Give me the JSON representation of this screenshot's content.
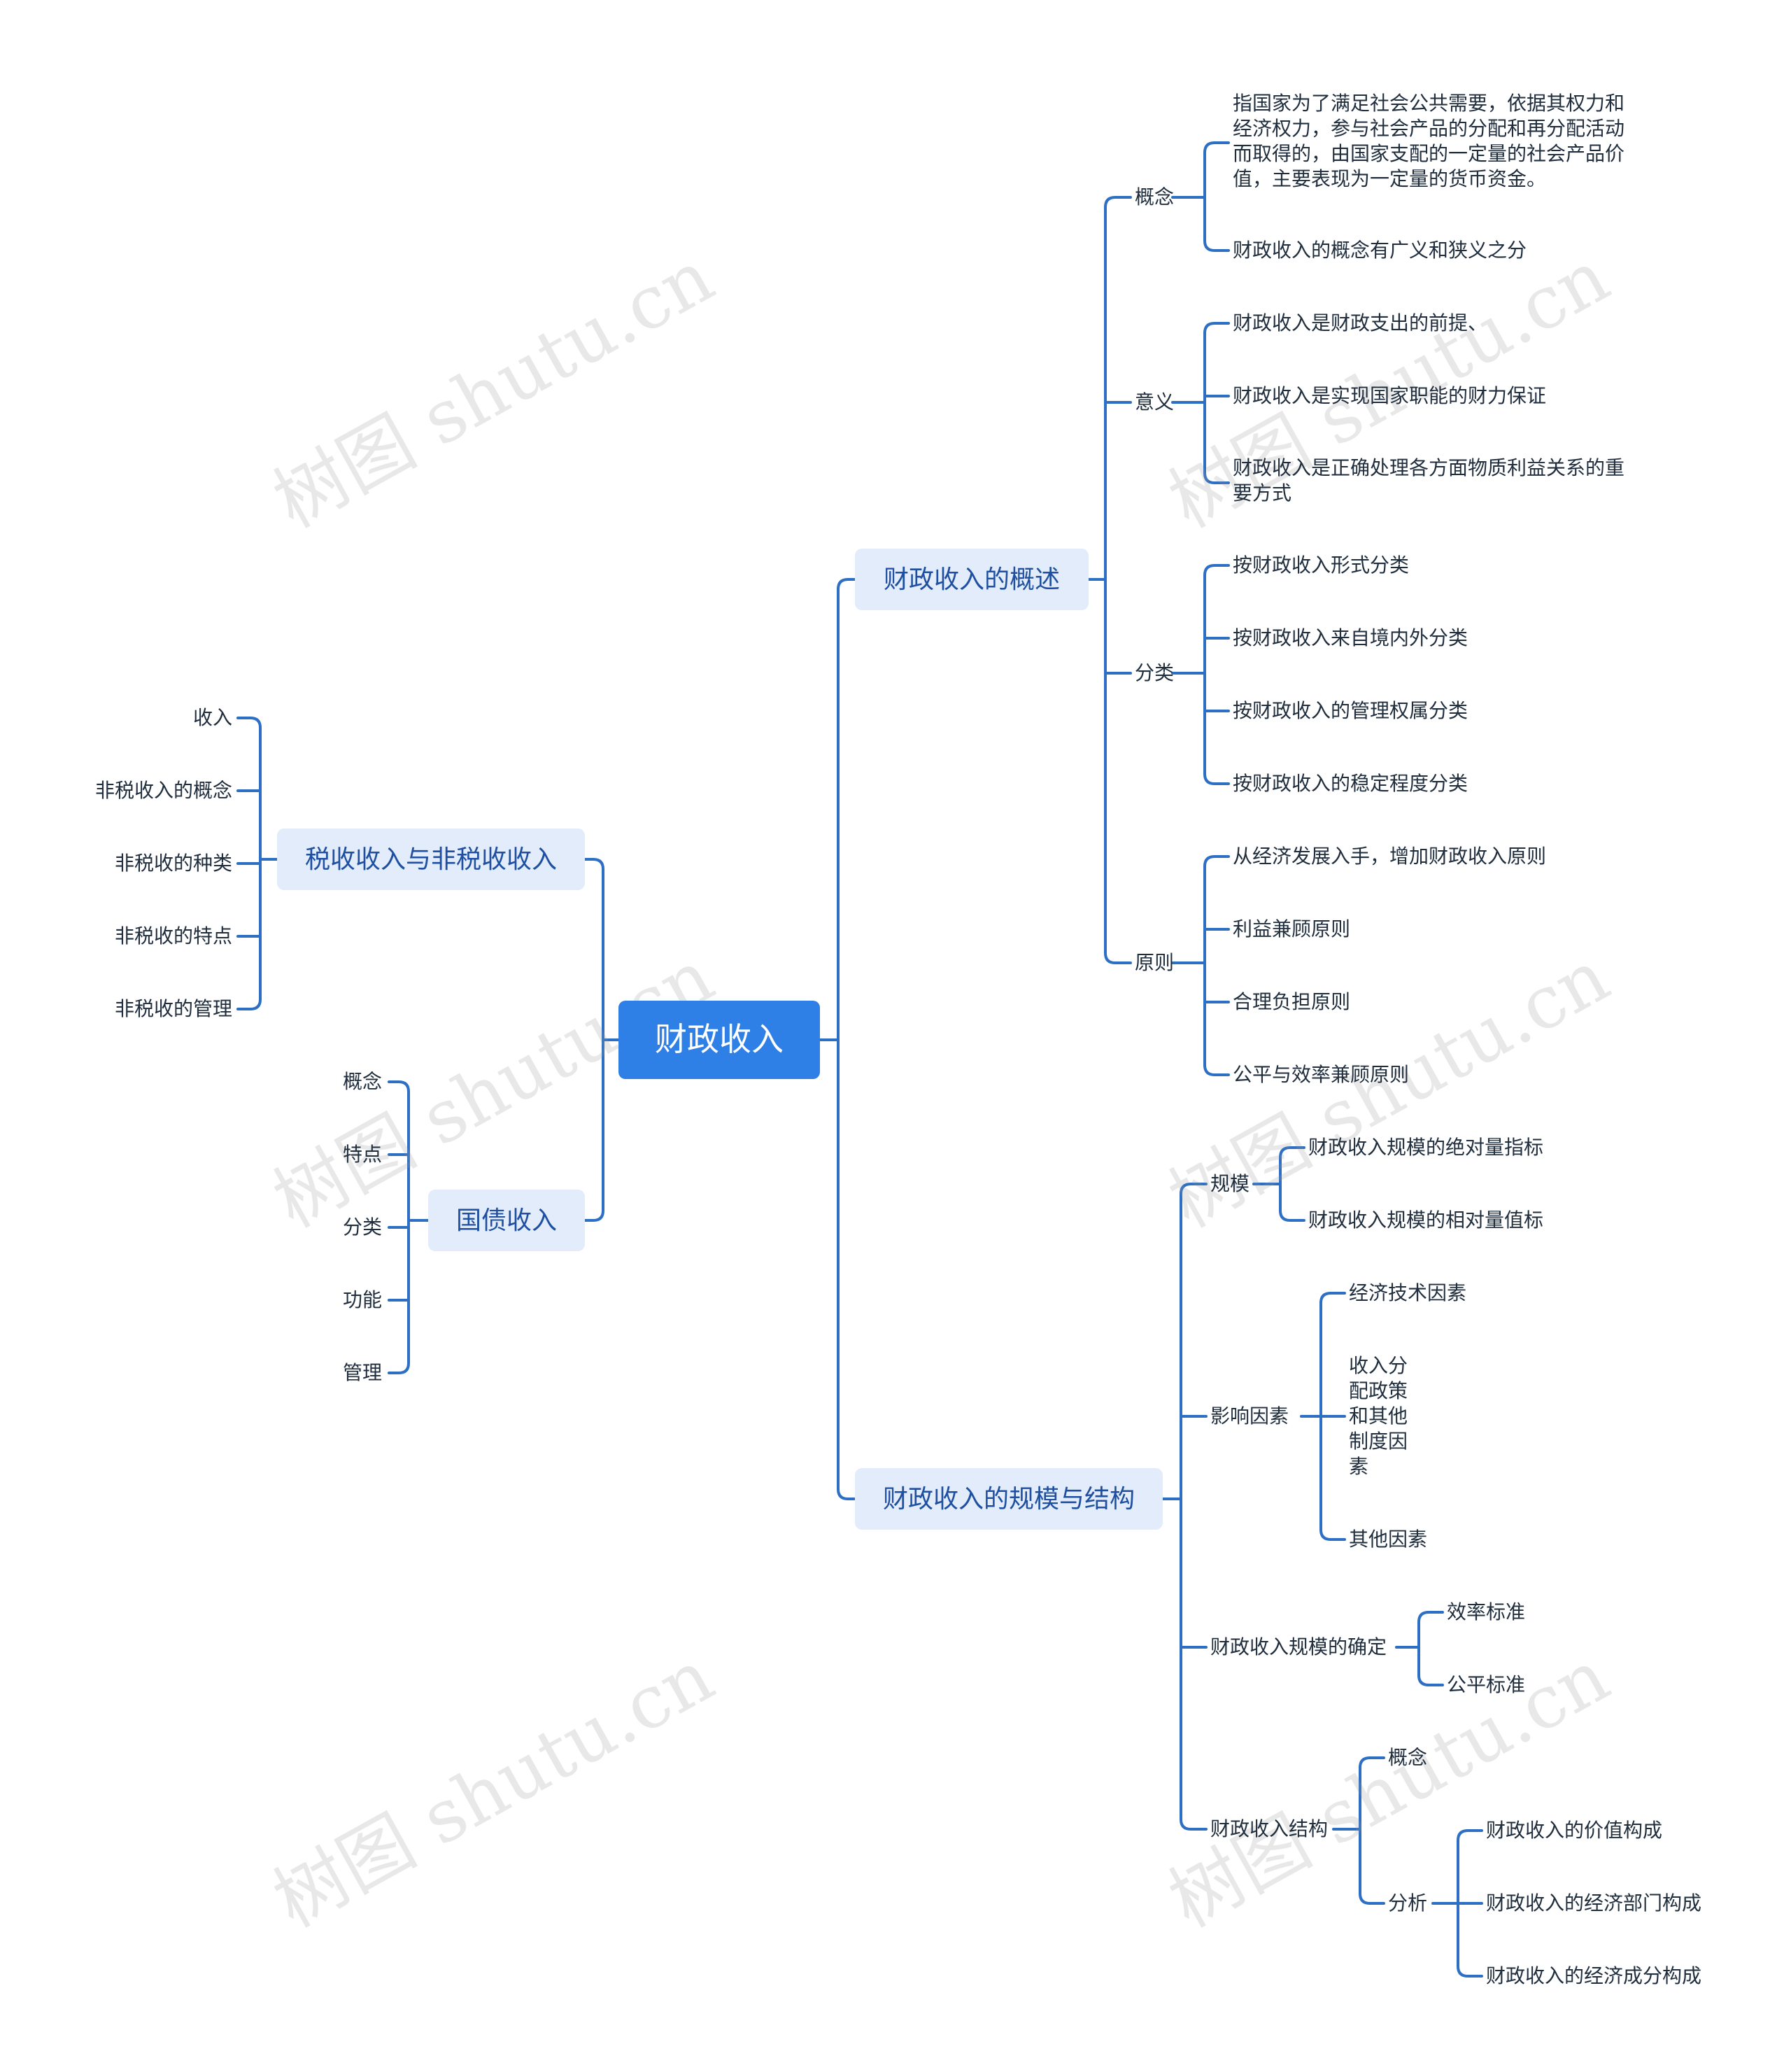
{
  "root": "财政收入",
  "right": [
    {
      "label": "财政收入的概述",
      "children": [
        {
          "label": "概念",
          "children": [
            {
              "label": "指国家为了满足社会公共需要，依据其权力和经济权力，参与社会产品的分配和再分配活动而取得的，由国家支配的一定量的社会产品价值，主要表现为一定量的货币资金。"
            },
            {
              "label": "财政收入的概念有广义和狭义之分"
            }
          ]
        },
        {
          "label": "意义",
          "children": [
            {
              "label": "财政收入是财政支出的前提、"
            },
            {
              "label": "财政收入是实现国家职能的财力保证"
            },
            {
              "label": "财政收入是正确处理各方面物质利益关系的重要方式"
            }
          ]
        },
        {
          "label": "分类",
          "children": [
            {
              "label": "按财政收入形式分类"
            },
            {
              "label": "按财政收入来自境内外分类"
            },
            {
              "label": "按财政收入的管理权属分类"
            },
            {
              "label": "按财政收入的稳定程度分类"
            }
          ]
        },
        {
          "label": "原则",
          "children": [
            {
              "label": "从经济发展入手，增加财政收入原则"
            },
            {
              "label": "利益兼顾原则"
            },
            {
              "label": "合理负担原则"
            },
            {
              "label": "公平与效率兼顾原则"
            }
          ]
        }
      ]
    },
    {
      "label": "财政收入的规模与结构",
      "children": [
        {
          "label": "规模",
          "children": [
            {
              "label": "财政收入规模的绝对量指标"
            },
            {
              "label": "财政收入规模的相对量值标"
            }
          ]
        },
        {
          "label": "影响因素",
          "children": [
            {
              "label": "经济技术因素"
            },
            {
              "label": "收入分配政策和其他制度因素"
            },
            {
              "label": "其他因素"
            }
          ]
        },
        {
          "label": "财政收入规模的确定",
          "children": [
            {
              "label": "效率标准"
            },
            {
              "label": "公平标准"
            }
          ]
        },
        {
          "label": "财政收入结构",
          "children": [
            {
              "label": "概念"
            },
            {
              "label": "分析",
              "children": [
                {
                  "label": "财政收入的价值构成"
                },
                {
                  "label": "财政收入的经济部门构成"
                },
                {
                  "label": "财政收入的经济成分构成"
                }
              ]
            }
          ]
        }
      ]
    }
  ],
  "left": [
    {
      "label": "税收收入与非税收收入",
      "children": [
        {
          "label": "收入"
        },
        {
          "label": "非税收入的概念"
        },
        {
          "label": "非税收的种类"
        },
        {
          "label": "非税收的特点"
        },
        {
          "label": "非税收的管理"
        }
      ]
    },
    {
      "label": "国债收入",
      "children": [
        {
          "label": "概念"
        },
        {
          "label": "特点"
        },
        {
          "label": "分类"
        },
        {
          "label": "功能"
        },
        {
          "label": "管理"
        }
      ]
    }
  ],
  "watermark": "树图 shutu.cn",
  "colors": {
    "line": "#2d6fc4",
    "root_bg": "#2e7fe6",
    "topic_bg": "#e3ecfb",
    "topic_text": "#1e4fa0",
    "text": "#1f2d3d"
  }
}
